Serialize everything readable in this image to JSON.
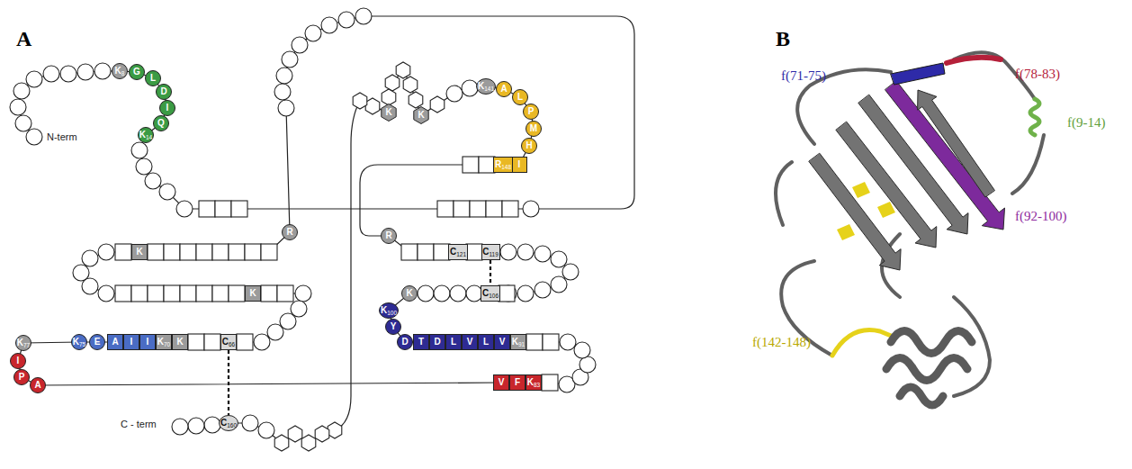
{
  "diagram": {
    "nodes": [
      {
        "text": [
          "K",
          "8"
        ]
      },
      {
        "text": [
          "G"
        ]
      },
      {
        "text": [
          "L"
        ]
      },
      {
        "text": [
          "D"
        ]
      },
      {
        "text": [
          "I"
        ]
      },
      {
        "text": [
          "Q"
        ]
      },
      {
        "text": [
          "K",
          "14"
        ]
      },
      {
        "text": [
          "K"
        ]
      },
      {
        "text": [
          "K"
        ]
      },
      {
        "text": [
          "K",
          "141"
        ]
      },
      {
        "text": [
          "A"
        ]
      },
      {
        "text": [
          "L"
        ]
      },
      {
        "text": [
          "P"
        ]
      },
      {
        "text": [
          "M"
        ]
      },
      {
        "text": [
          "H"
        ]
      },
      {
        "text": [
          "I"
        ]
      },
      {
        "text": [
          "R",
          "148"
        ]
      },
      {
        "text": [
          "K"
        ]
      },
      {
        "text": [
          "R"
        ]
      },
      {
        "text": [
          "K"
        ]
      },
      {
        "text": [
          "K",
          "77"
        ]
      },
      {
        "text": [
          "K",
          "75"
        ]
      },
      {
        "text": [
          "E"
        ]
      },
      {
        "text": [
          "A"
        ]
      },
      {
        "text": [
          "I"
        ]
      },
      {
        "text": [
          "I"
        ]
      },
      {
        "text": [
          "K",
          "70"
        ]
      },
      {
        "text": [
          "K"
        ]
      },
      {
        "text": [
          "C",
          "66"
        ]
      },
      {
        "text": [
          "I"
        ]
      },
      {
        "text": [
          "P"
        ]
      },
      {
        "text": [
          "A"
        ]
      },
      {
        "text": [
          "R"
        ]
      },
      {
        "text": [
          "C",
          "121"
        ]
      },
      {
        "text": [
          "C",
          "119"
        ]
      },
      {
        "text": [
          "K"
        ]
      },
      {
        "text": [
          "C",
          "106"
        ]
      },
      {
        "text": [
          "K",
          "100"
        ]
      },
      {
        "text": [
          "Y"
        ]
      },
      {
        "text": [
          "D"
        ]
      },
      {
        "text": [
          "T"
        ]
      },
      {
        "text": [
          "D"
        ]
      },
      {
        "text": [
          "L"
        ]
      },
      {
        "text": [
          "V"
        ]
      },
      {
        "text": [
          "L"
        ]
      },
      {
        "text": [
          "V"
        ]
      },
      {
        "text": [
          "K",
          "91"
        ]
      },
      {
        "text": [
          "V"
        ]
      },
      {
        "text": [
          "F"
        ]
      },
      {
        "text": [
          "K",
          "83"
        ]
      },
      {
        "text": [
          "C",
          "160"
        ]
      }
    ],
    "edges": [
      {
        "from": 28,
        "to": 50,
        "arrow": "none"
      },
      {
        "from": 34,
        "to": 36,
        "arrow": "none"
      }
    ],
    "labels": [
      "A",
      "N-term",
      "C - term",
      "B",
      "f(71-75)",
      "f(78-83)",
      "f(9-14)",
      "f(92-100)",
      "f(142-148)"
    ]
  }
}
